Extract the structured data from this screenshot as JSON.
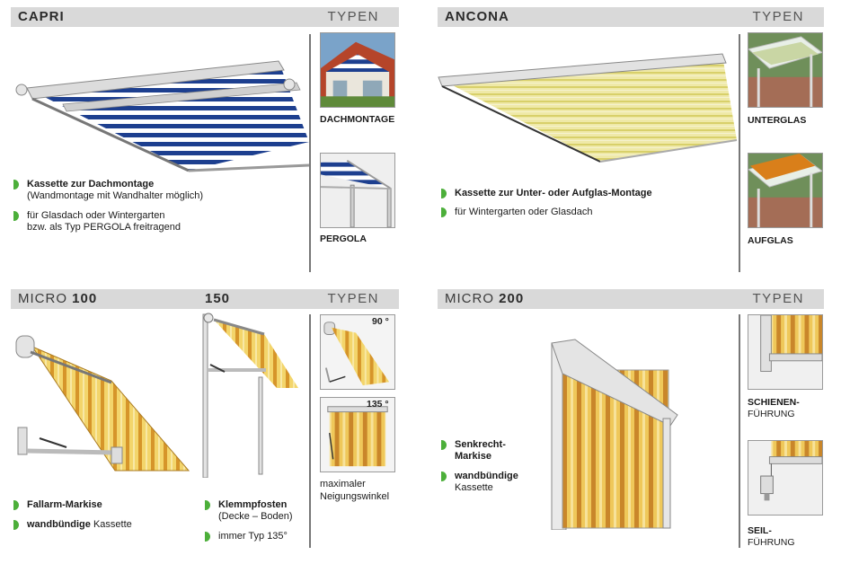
{
  "sections": {
    "capri": {
      "title": "CAPRI",
      "types": "TYPEN",
      "thumbs": [
        {
          "label": "DACHMONTAGE"
        },
        {
          "label": "PERGOLA"
        }
      ],
      "bullets": [
        {
          "bold": "Kassette zur Dachmontage",
          "text": "(Wandmontage mit Wandhalter möglich)"
        },
        {
          "bold": "",
          "text": "für Glasdach oder Wintergarten",
          "text2": "bzw. als Typ PERGOLA freitragend"
        }
      ]
    },
    "ancona": {
      "title": "ANCONA",
      "types": "TYPEN",
      "thumbs": [
        {
          "label": "UNTERGLAS"
        },
        {
          "label": "AUFGLAS"
        }
      ],
      "bullets": [
        {
          "bold": "Kassette zur Unter- oder Aufglas-Montage",
          "text": ""
        },
        {
          "bold": "",
          "text": "für Wintergarten oder Glasdach"
        }
      ]
    },
    "micro100": {
      "title_light": "MICRO",
      "title_bold": "100",
      "title_150": "150",
      "types": "TYPEN",
      "thumbs": [
        {
          "angle": "90 °"
        },
        {
          "angle": "135 °"
        }
      ],
      "note_line1": "maximaler",
      "note_line2": "Neigungswinkel",
      "bullets_left": [
        {
          "bold": "Fallarm-Markise",
          "text": ""
        },
        {
          "bold": "wandbündige",
          "text": " Kassette"
        }
      ],
      "bullets_right": [
        {
          "bold": "Klemmpfosten",
          "text": "(Decke – Boden)"
        },
        {
          "bold": "",
          "text": "immer Typ 135°"
        }
      ]
    },
    "micro200": {
      "title_light": "MICRO",
      "title_bold": "200",
      "types": "TYPEN",
      "thumbs": [
        {
          "label1": "SCHIENEN-",
          "label2": "FÜHRUNG"
        },
        {
          "label1": "SEIL-",
          "label2": "FÜHRUNG"
        }
      ],
      "bullets": [
        {
          "bold": "Senkrecht-",
          "bold2": "Markise"
        },
        {
          "bold": "wandbündige",
          "text": "Kassette"
        }
      ]
    }
  },
  "colors": {
    "header_bg": "#d9d9d9",
    "bullet_green": "#4caf3a",
    "stripe_blue": "#1d3f8f",
    "stripe_yellow": "#e8b72c"
  }
}
